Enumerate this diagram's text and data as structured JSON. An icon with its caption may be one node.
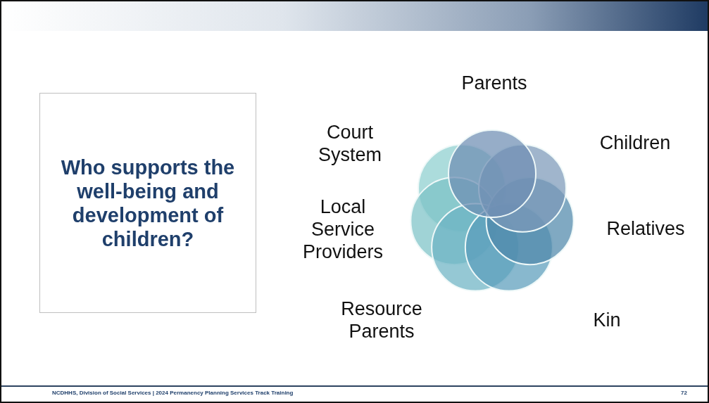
{
  "diagram": {
    "nodes": [
      {
        "text": [
          "Who supports the well-being and development of children?"
        ]
      }
    ],
    "labels": [
      "Parents",
      "Children",
      "Relatives",
      "Kin",
      "Resource Parents",
      "Local Service Providers",
      "Court System",
      "NCDHHS, Division of Social Services | 2024 Permanency Planning Services Track Training",
      "72"
    ]
  }
}
